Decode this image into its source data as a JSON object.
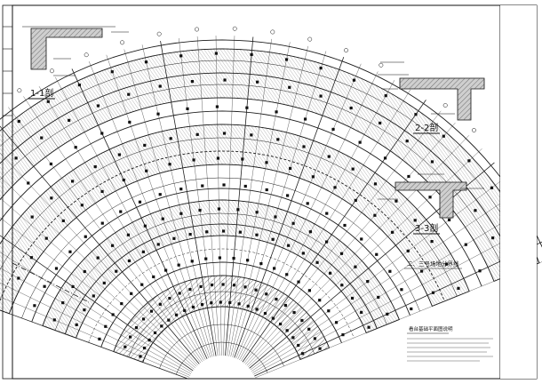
{
  "drawing": {
    "sections": [
      {
        "id": "1-1",
        "title": "1-1剖"
      },
      {
        "id": "2-2",
        "title": "2-2剖"
      },
      {
        "id": "3-3",
        "title": "3-3剖"
      }
    ],
    "phase_line_label": "二、三号场地分界线",
    "bottom_note": "看台基础平面图说明"
  },
  "title_block": {
    "rows": [
      "",
      "",
      "",
      "",
      "",
      "",
      "",
      "",
      "",
      "",
      "",
      "",
      "",
      "",
      "",
      "",
      "",
      ""
    ]
  },
  "colors": {
    "line": "#1a1a1a",
    "hatch": "#555555",
    "paper": "#ffffff"
  }
}
